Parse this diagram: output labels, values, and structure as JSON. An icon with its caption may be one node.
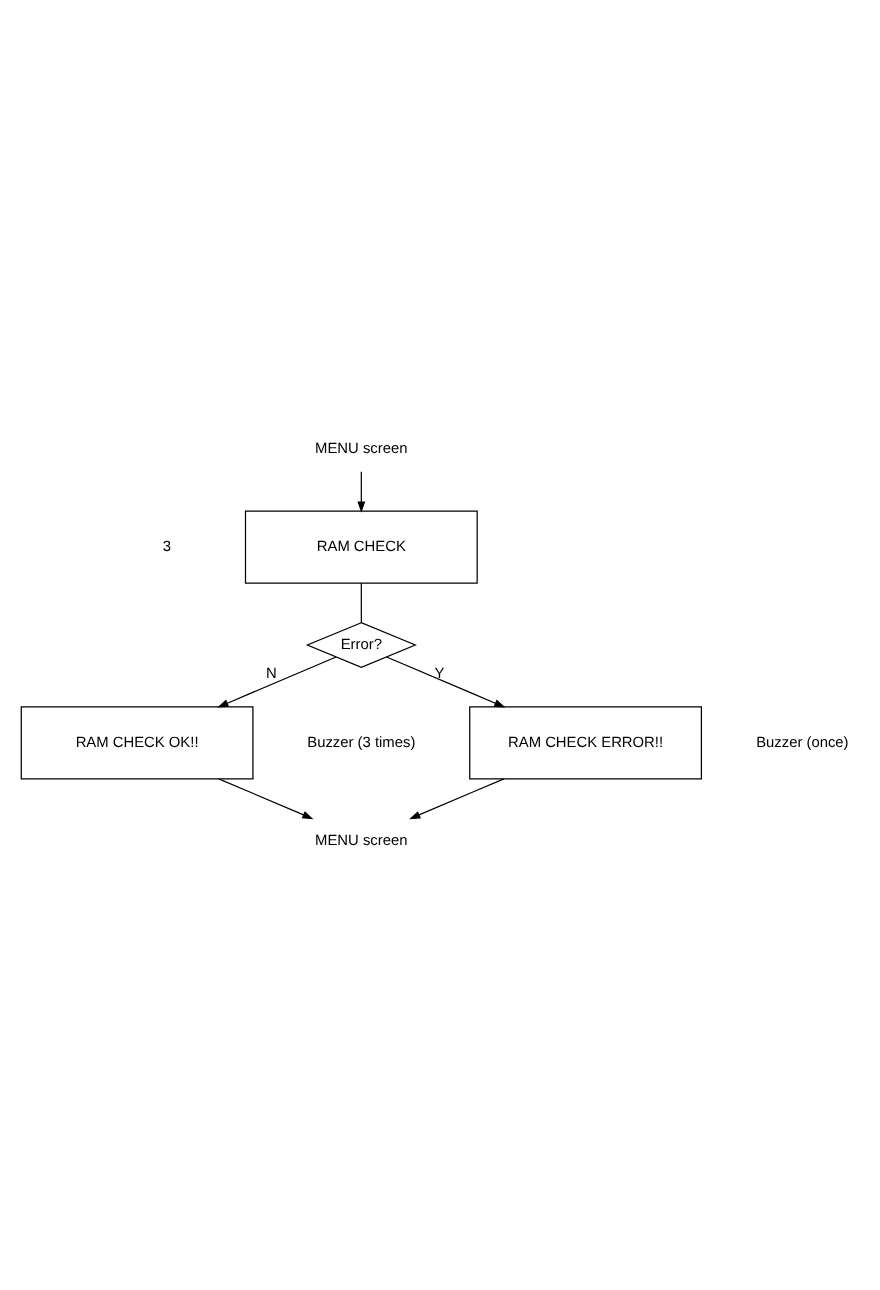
{
  "diagram": {
    "nodes": [
      {
        "text": [
          "MENU screen"
        ]
      },
      {
        "text": [
          "RAM CHECK"
        ]
      },
      {
        "text": [
          "Error?"
        ]
      },
      {
        "text": [
          "RAM CHECK ERROR!!"
        ]
      },
      {
        "text": [
          "RAM CHECK OK!!"
        ]
      },
      {
        "text": [
          "MENU screen"
        ]
      }
    ],
    "edges": [
      {
        "from": 0,
        "to": 1,
        "arrow": "to"
      },
      {
        "from": 1,
        "to": 2,
        "arrow": "none"
      },
      {
        "from": 2,
        "to": 3,
        "arrow": "to",
        "label": "Y"
      },
      {
        "from": 2,
        "to": 4,
        "arrow": "to",
        "label": "N"
      },
      {
        "from": 3,
        "to": 5,
        "arrow": "to"
      },
      {
        "from": 4,
        "to": 5,
        "arrow": "to"
      }
    ],
    "labels": [
      "3",
      "Buzzer (once)",
      "Buzzer (3 times)"
    ]
  }
}
